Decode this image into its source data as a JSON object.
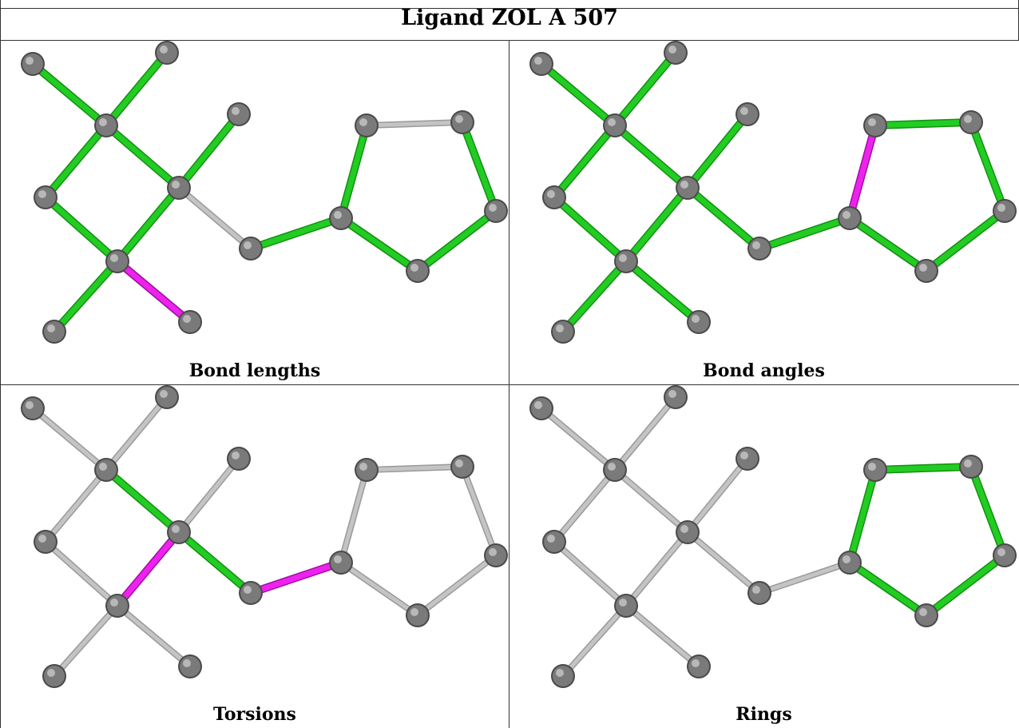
{
  "title": "Ligand ZOL A 507",
  "colors": {
    "green": "#22cc22",
    "magenta": "#ee22ee",
    "gray": "#c4c4c4"
  },
  "panels": [
    {
      "caption": "Bond lengths",
      "highlights": [
        "g",
        "g",
        "g",
        "g",
        "g",
        "g",
        "g",
        "g",
        "g",
        "m",
        "n",
        "g",
        "g",
        "g",
        "n",
        "g",
        "g",
        "g"
      ]
    },
    {
      "caption": "Bond angles",
      "highlights": [
        "g",
        "g",
        "g",
        "g",
        "g",
        "g",
        "g",
        "g",
        "g",
        "g",
        "g",
        "g",
        "m",
        "m",
        "g",
        "g",
        "g",
        "g"
      ]
    },
    {
      "caption": "Torsions",
      "highlights": [
        "n",
        "n",
        "n",
        "n",
        "n",
        "n",
        "g",
        "m",
        "n",
        "n",
        "g",
        "m",
        "n",
        "n",
        "n",
        "n",
        "n",
        "n"
      ]
    },
    {
      "caption": "Rings",
      "highlights": [
        "n",
        "n",
        "n",
        "n",
        "n",
        "n",
        "n",
        "n",
        "n",
        "n",
        "n",
        "n",
        "g",
        "g",
        "g",
        "g",
        "g",
        "g"
      ]
    }
  ]
}
